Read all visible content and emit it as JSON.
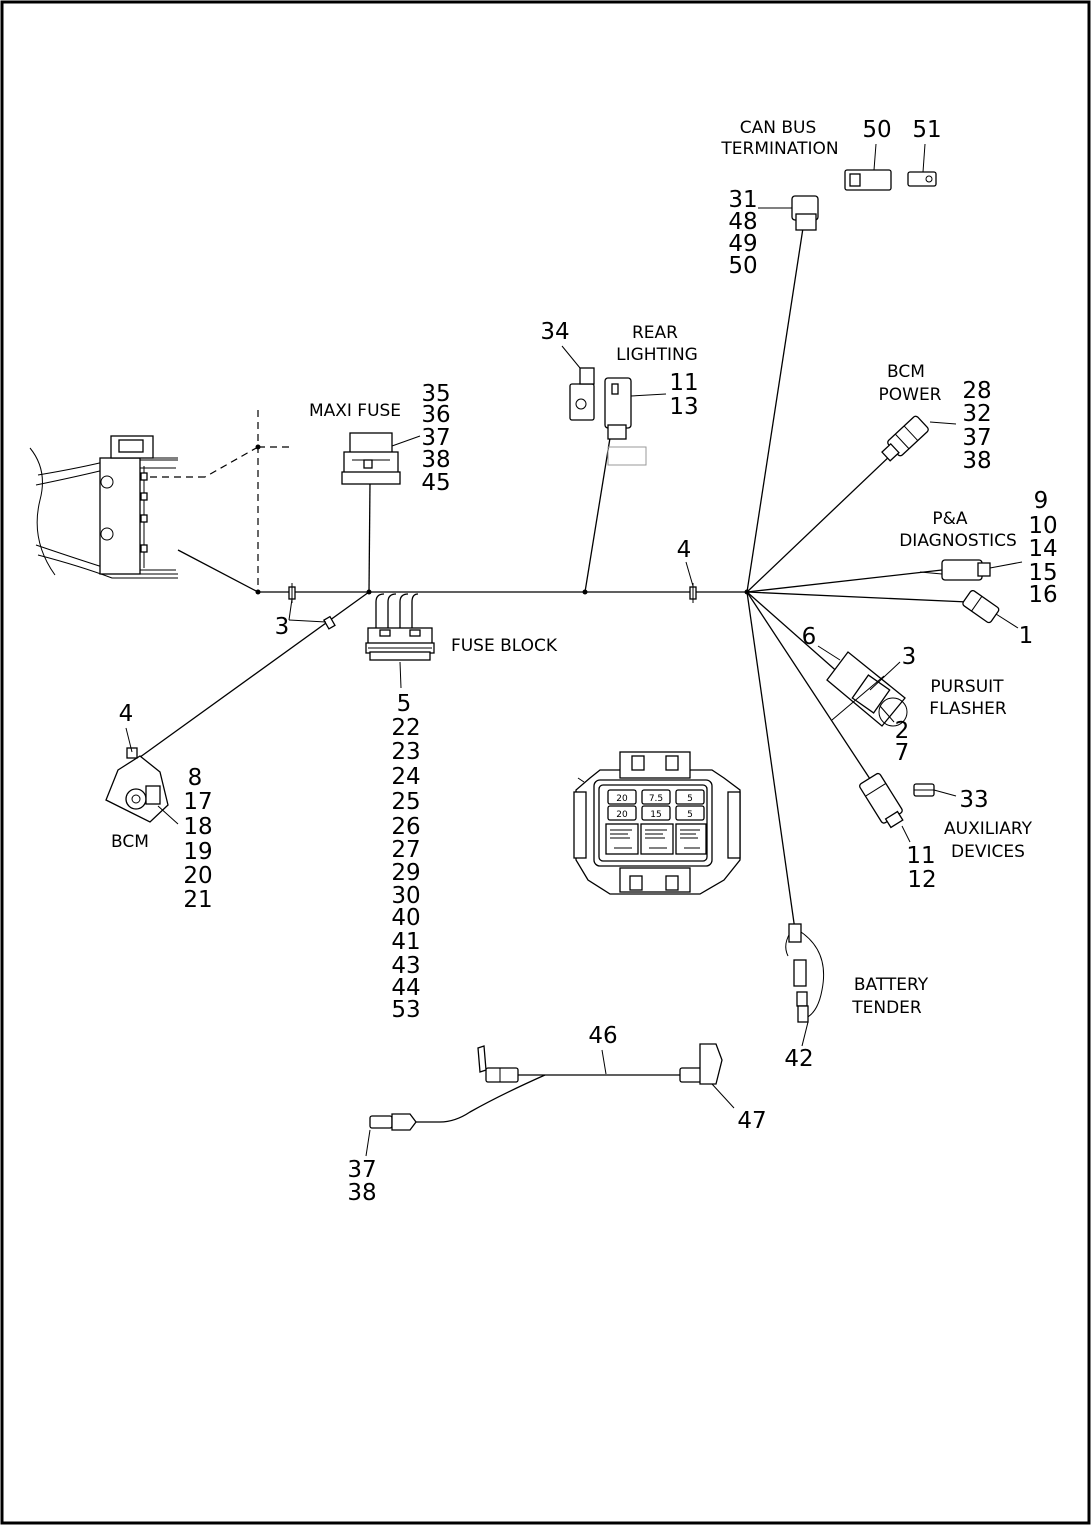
{
  "labels": {
    "can_bus": [
      "CAN BUS",
      "TERMINATION"
    ],
    "rear_lighting": [
      "REAR",
      "LIGHTING"
    ],
    "maxi_fuse": "MAXI FUSE",
    "bcm_power": [
      "BCM",
      "POWER"
    ],
    "pa_diagnostics": [
      "P&A",
      "DIAGNOSTICS"
    ],
    "fuse_block": "FUSE BLOCK",
    "pursuit_flasher": [
      "PURSUIT",
      "FLASHER"
    ],
    "bcm": "BCM",
    "auxiliary_devices": [
      "AUXILIARY",
      "DEVICES"
    ],
    "battery_tender": [
      "BATTERY",
      "TENDER"
    ]
  },
  "callouts": {
    "can_50": "50",
    "can_51": "51",
    "can_conn": [
      "31",
      "48",
      "49",
      "50"
    ],
    "n34": "34",
    "rear": [
      "11",
      "13"
    ],
    "maxi": [
      "35",
      "36",
      "37",
      "38",
      "45"
    ],
    "bcm_power": [
      "28",
      "32",
      "37",
      "38"
    ],
    "pa": [
      "9",
      "10",
      "14",
      "15",
      "16"
    ],
    "n1": "1",
    "n4_main": "4",
    "n3_main": "3",
    "n6": "6",
    "n3_flasher": "3",
    "flasher_lower": [
      "2",
      "7"
    ],
    "fuse_block": [
      "5",
      "22",
      "23",
      "24",
      "25",
      "26",
      "27",
      "29",
      "30",
      "40",
      "41",
      "43",
      "44",
      "53"
    ],
    "n4_bcm": "4",
    "bcm": [
      "8",
      "17",
      "18",
      "19",
      "20",
      "21"
    ],
    "n33": "33",
    "aux": [
      "11",
      "12"
    ],
    "n42": "42",
    "n46": "46",
    "n47": "47",
    "lower": [
      "37",
      "38"
    ]
  },
  "fuse_block_detail": {
    "fuse_ratings": [
      "20",
      "7.5",
      "5",
      "20",
      "15",
      "5"
    ]
  }
}
